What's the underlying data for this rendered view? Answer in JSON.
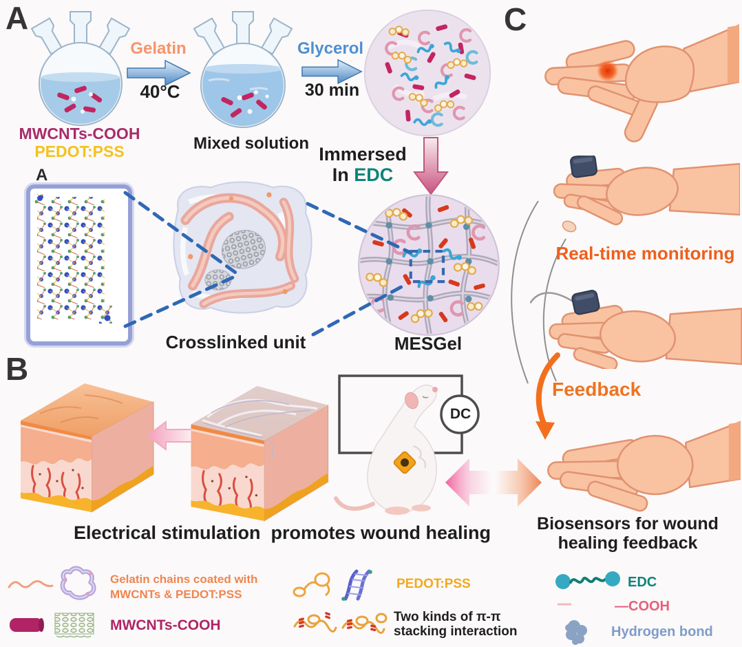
{
  "panel_labels": {
    "a": "A",
    "b": "B",
    "c": "C"
  },
  "panel_a": {
    "reagent1": "MWCNTs-COOH",
    "reagent2": "PEDOT:PSS",
    "step1_reagent": "Gelatin",
    "step1_condition": "40°C",
    "mixed_solution_label": "Mixed solution",
    "step2_reagent": "Glycerol",
    "step2_condition": "30 min",
    "immersed_word": "Immersed",
    "immersed_in": "In ",
    "immersed_edc": "EDC",
    "inset_label": "A",
    "crosslinked_unit_label": "Crosslinked unit",
    "mesgel_label": "MESGel"
  },
  "panel_b": {
    "dc_meter": "DC",
    "caption": "Electrical stimulation  promotes wound healing"
  },
  "panel_c": {
    "monitoring_label": "Real-time monitoring",
    "feedback_label": "Feedback",
    "caption_line1": "Biosensors for wound",
    "caption_line2": "healing feedback"
  },
  "legend": {
    "gelatin_line1": "Gelatin chains coated with",
    "gelatin_line2": "MWCNTs & PEDOT:PSS",
    "mwcnts": "MWCNTs-COOH",
    "pedot": "PEDOT:PSS",
    "pipi_line1": "Two kinds of π-π",
    "pipi_line2": "stacking interaction",
    "edc": "EDC",
    "cooh": "—COOH",
    "hbond": "Hydrogen bond"
  },
  "icons": {
    "gelatin_wave": "wavy-chain-icon",
    "gelatin_loop": "coated-gelatin-loop-icon",
    "mwcnt_rod": "nanotube-rod-icon",
    "mwcnt_mesh": "nanotube-mesh-icon",
    "pedot_chain": "pedot-chain-icon",
    "pedot_helix": "pss-helix-icon",
    "pipi_stack": "pi-pi-stacking-icon",
    "edc_linker": "edc-linker-icon",
    "cooh_crescent": "cooh-crescent-icon",
    "hbond_blob": "hydrogen-bond-blob-icon",
    "dc_meter": "dc-meter-icon"
  },
  "colors": {
    "gelatin_text": "#f8936a",
    "glycerol_text": "#4f8fd0",
    "mwcnts_text": "#a82b6a",
    "pedot_text": "#f3c21d",
    "edc_text": "#0e837a",
    "monitoring_text": "#ee5f1d",
    "feedback_text": "#f07220",
    "legend_gelatin_text": "#f0854f",
    "cooh_text": "#e4607e",
    "hbond_text": "#7e9cc8",
    "arrow_blue": "#4e88c6",
    "arrow_pink": "#c9537f"
  }
}
